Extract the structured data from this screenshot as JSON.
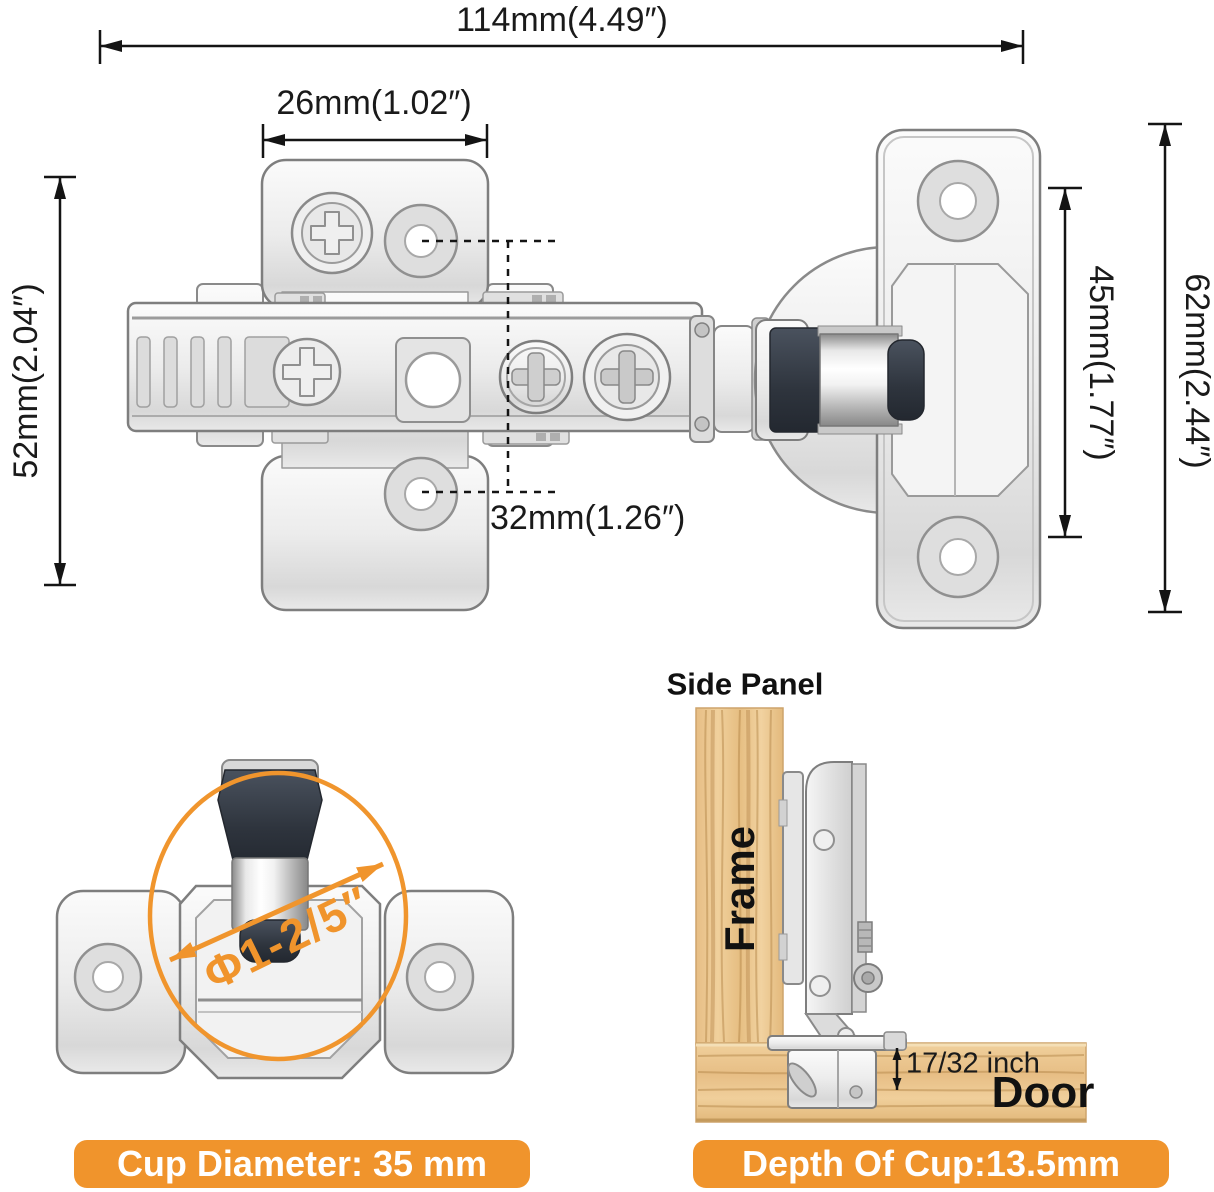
{
  "colors": {
    "accent_orange": "#F0942C",
    "dimension_line": "#141414",
    "wood_base": "#EBC68F",
    "metal_light": "#F7F7F7",
    "metal_shadow": "#8E8E8E",
    "cup_dark": "#343A43"
  },
  "top_view": {
    "overall_width": "114mm(4.49″)",
    "plate_width": "26mm(1.02″)",
    "plate_height": "52mm(2.04″)",
    "inner_height": "45mm(1.77″)",
    "outer_height": "62mm(2.44″)",
    "hole_spacing": "32mm(1.26″)"
  },
  "cup_callout": {
    "diameter_label": "Φ1-2/5″",
    "badge": "Cup Diameter: 35 mm"
  },
  "side_view": {
    "title": "Side Panel",
    "frame_label": "Frame",
    "door_label": "Door",
    "cup_depth": "17/32 inch",
    "badge": "Depth Of Cup:13.5mm"
  }
}
